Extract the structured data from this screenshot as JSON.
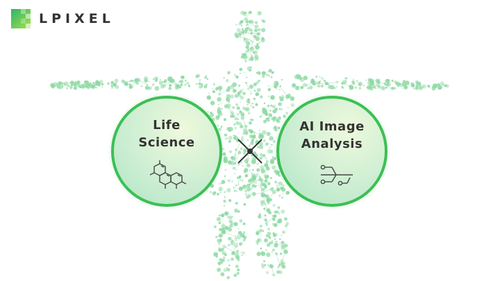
{
  "brand": {
    "name": "LPIXEL",
    "logo_icon": "pixel-square-logo-icon"
  },
  "left_circle": {
    "line1": "Life",
    "line2": "Science",
    "icon": "molecule-icon"
  },
  "right_circle": {
    "line1": "AI Image",
    "line2": "Analysis",
    "icon": "circuit-branch-icon"
  },
  "connector": {
    "icon": "cross-multiply-icon"
  },
  "colors": {
    "accent": "#3cbf55",
    "dots": "#8fd9a4",
    "text": "#333333"
  }
}
